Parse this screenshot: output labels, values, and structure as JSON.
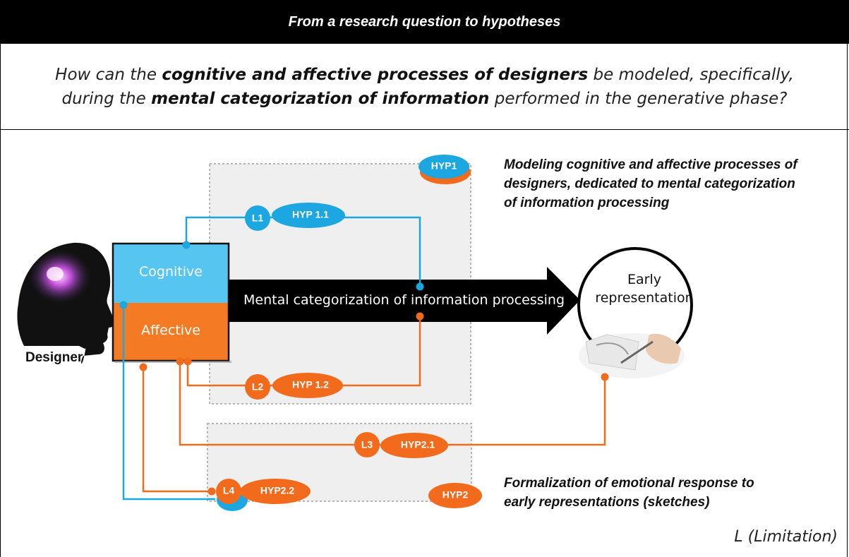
{
  "header": {
    "title": "From a research question to hypotheses"
  },
  "question": {
    "line1": {
      "pre": "How can the ",
      "bold": "cognitive and affective processes of designers",
      "post": " be modeled, specifically,"
    },
    "line2": {
      "pre": "during the ",
      "bold": "mental categorization of information",
      "post": " performed in the generative phase?"
    }
  },
  "diagram": {
    "designer_label": "Designer",
    "cognitive_label": "Cognitive",
    "affective_label": "Affective",
    "process_label": "Mental categorization of information processing",
    "early_line1": "Early",
    "early_line2": "representation",
    "hyp1": "HYP1",
    "hyp1_text": [
      "Modeling cognitive and affective processes of",
      "designers, dedicated to mental categorization",
      "of information processing"
    ],
    "hyp2": "HYP2",
    "hyp2_text": [
      "Formalization of emotional response to",
      "early representations (sketches)"
    ],
    "l1": "L1",
    "hyp11": "HYP 1.1",
    "l2": "L2",
    "hyp12": "HYP 1.2",
    "l3": "L3",
    "hyp21": "HYP2.1",
    "l4": "L4",
    "hyp22": "HYP2.2",
    "legend": "L (Limitation)"
  },
  "colors": {
    "blue": "#1ca7e0",
    "orange": "#f26b1d",
    "cognitive_fill": "#56c6f1",
    "affective_fill": "#f47b24"
  }
}
